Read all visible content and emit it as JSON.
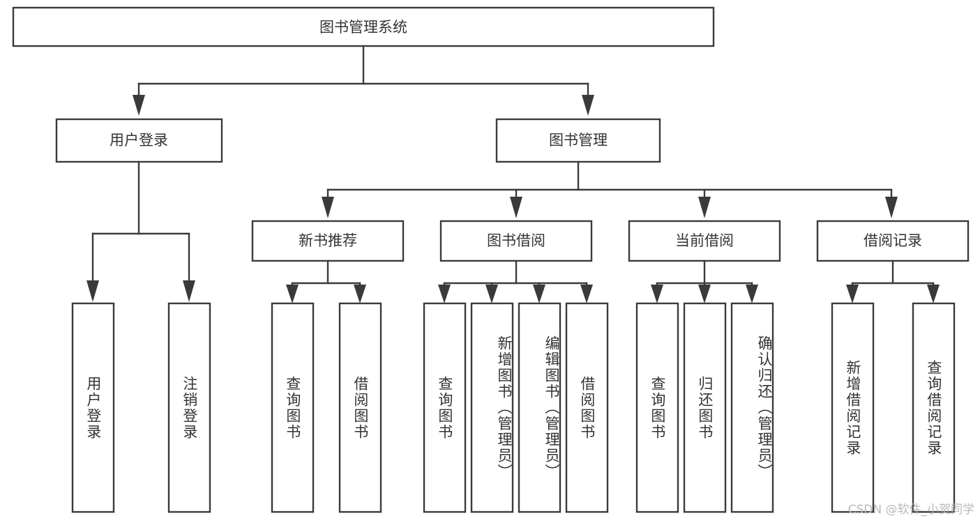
{
  "diagram": {
    "title": "图书管理系统",
    "type": "hierarchy-tree",
    "watermark": "CSDN @软件_小贺同学",
    "colors": {
      "stroke": "#3a3a3a",
      "box_fill": "#ffffff",
      "text": "#333333",
      "background": "#ffffff",
      "watermark": "#b9b9b9"
    },
    "levels": {
      "root": {
        "label": "图书管理系统"
      },
      "level2": [
        {
          "label": "用户登录"
        },
        {
          "label": "图书管理"
        }
      ],
      "level3": [
        {
          "label": "新书推荐"
        },
        {
          "label": "图书借阅"
        },
        {
          "label": "当前借阅"
        },
        {
          "label": "借阅记录"
        }
      ],
      "leaves": {
        "user_login": [
          {
            "label": "用户登录"
          },
          {
            "label": "注销登录"
          }
        ],
        "new_book_recommend": [
          {
            "label": "查询图书"
          },
          {
            "label": "借阅图书"
          }
        ],
        "book_borrow": [
          {
            "label": "查询图书"
          },
          {
            "label": "新增图书（管理员）"
          },
          {
            "label": "编辑图书（管理员）"
          },
          {
            "label": "借阅图书"
          }
        ],
        "current_borrow": [
          {
            "label": "查询图书"
          },
          {
            "label": "归还图书"
          },
          {
            "label": "确认归还（管理员）"
          }
        ],
        "borrow_record": [
          {
            "label": "新增借阅记录"
          },
          {
            "label": "查询借阅记录"
          }
        ]
      }
    }
  }
}
